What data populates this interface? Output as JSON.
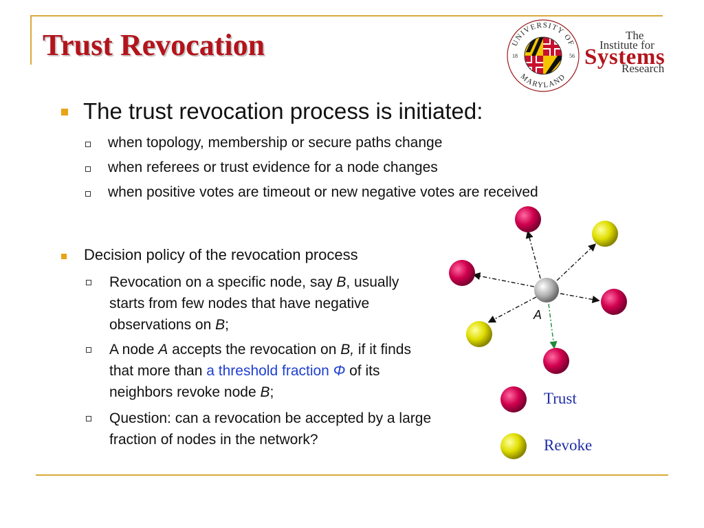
{
  "slide": {
    "title": "Trust Revocation",
    "logo_umd": {
      "top_text": "UNIVERSITY OF",
      "bottom_text": "MARYLAND",
      "year_left": "18",
      "year_right": "56"
    },
    "logo_isr": {
      "line1": "The",
      "line2": "Institute for",
      "line3": "Systems",
      "line4": "Research"
    },
    "bullet1": {
      "text": "The trust revocation process is initiated:",
      "subs": [
        "when topology, membership or secure paths change",
        "when referees or trust evidence for a node changes",
        "when positive votes are timeout or new negative votes are received"
      ]
    },
    "bullet2": {
      "text": "Decision policy of the revocation process",
      "sub1": {
        "a": "Revocation on a specific node, say ",
        "b": "B",
        "c": ", usually starts from few nodes that have negative observations on ",
        "d": "B",
        "e": ";"
      },
      "sub2": {
        "a": "A node ",
        "b": "A",
        "c": " accepts the revocation on ",
        "d": "B,",
        "e": " if it finds that more than ",
        "f": "a threshold fraction ",
        "g": "Φ",
        "h": " of its neighbors revoke node ",
        "i": "B",
        "j": ";"
      },
      "sub3": "Question: can a revocation be accepted by a large fraction of nodes in the network?"
    },
    "diagram": {
      "center_label": "A",
      "legend": [
        {
          "label": "Trust",
          "color": "#d1004e"
        },
        {
          "label": "Revoke",
          "color": "#e0de00"
        }
      ]
    }
  },
  "colors": {
    "title": "#b3141c",
    "accent_rule": "#d9a93a",
    "bullet": "#e8a317",
    "highlight": "#1f3fd1",
    "trust_node": "#d1004e",
    "revoke_node": "#e0de00",
    "center_node": "#b0b0b0"
  }
}
